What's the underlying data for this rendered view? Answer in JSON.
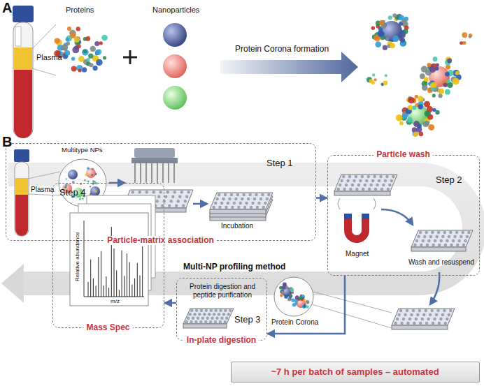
{
  "diagram": {
    "nodes": [
      {
        "text": [
          "Step 1",
          "Particle-matrix association"
        ]
      },
      {
        "text": [
          "Particle wash",
          "Step 2"
        ]
      },
      {
        "text": [
          "Protein digestion and peptide purification",
          "Step 3",
          "In-plate digestion"
        ]
      },
      {
        "text": [
          "Step 4",
          "Mass Spec"
        ]
      },
      {
        "text": [
          "~7 h per batch of samples – automated"
        ]
      }
    ],
    "edges": [
      {
        "from": 0,
        "to": 1,
        "arrow": "to"
      },
      {
        "from": 1,
        "to": 2,
        "arrow": "to"
      },
      {
        "from": 2,
        "to": 3,
        "arrow": "to"
      }
    ],
    "labels": [
      "A",
      "Plasma",
      "Proteins",
      "Nanoparticles",
      "Protein Corona formation",
      "B",
      "Plasma",
      "Multitype NPs",
      "Incubation",
      "Magnet",
      "Wash and resuspend",
      "Protein Corona",
      "Relative abundance",
      "m/z",
      "Multi-NP profiling method"
    ]
  }
}
